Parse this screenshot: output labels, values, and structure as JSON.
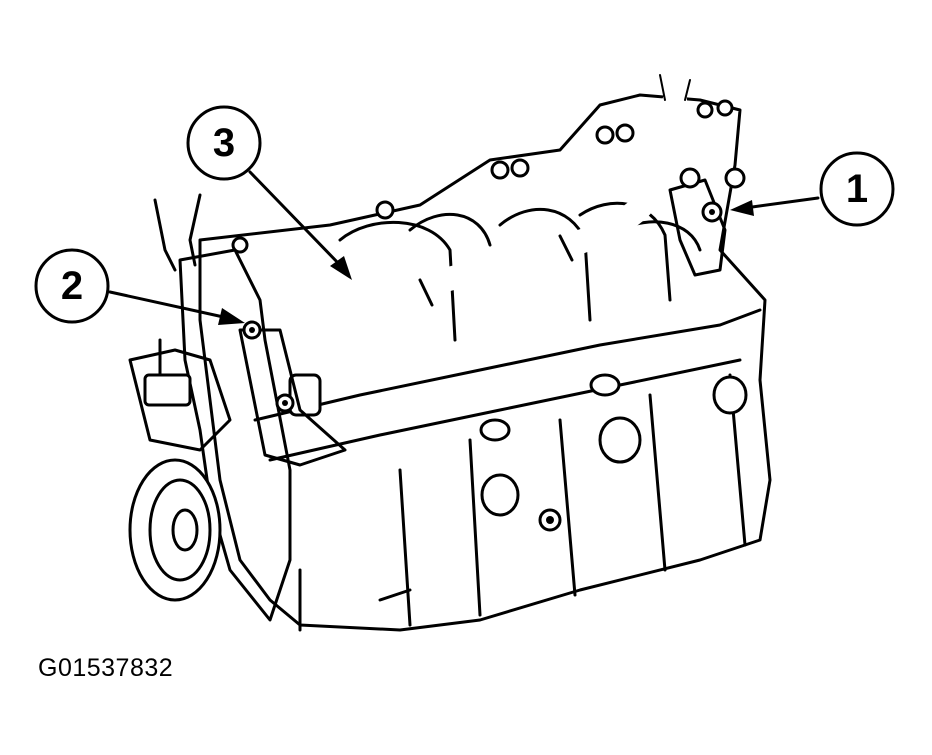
{
  "figure": {
    "id": "G01537832",
    "callouts": [
      {
        "label": "1"
      },
      {
        "label": "2"
      },
      {
        "label": "3"
      }
    ]
  }
}
